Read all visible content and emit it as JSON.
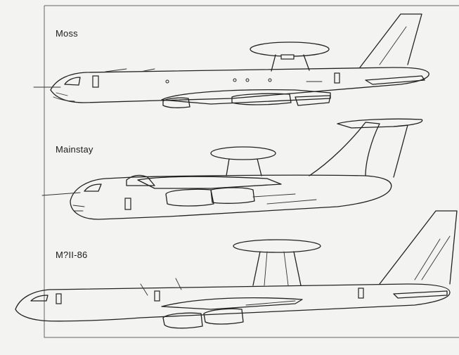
{
  "figure": {
    "aircraft": [
      {
        "id": "moss",
        "name": "Moss"
      },
      {
        "id": "mainstay",
        "name": "Mainstay"
      },
      {
        "id": "mil-86",
        "name": "M?II-86"
      }
    ]
  },
  "colors": {
    "ink": "#222222",
    "paper": "#f3f3f1",
    "frame": "#666666"
  }
}
